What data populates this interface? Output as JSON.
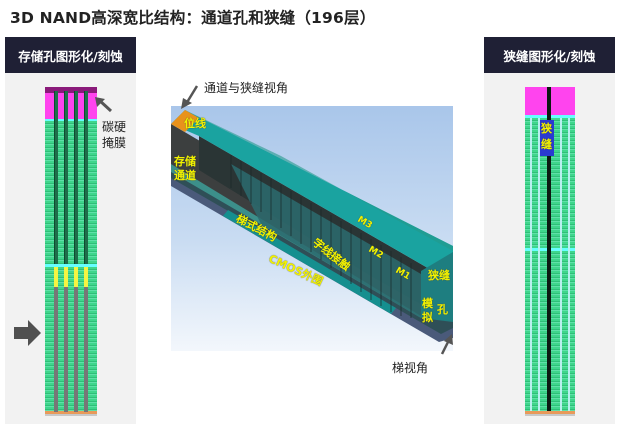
{
  "title": "3D NAND高深宽比结构：通道孔和狭缝（196层）",
  "left_panel": {
    "header": "存储孔图形化/刻蚀",
    "hardmask_label_line1": "碳硬",
    "hardmask_label_line2": "掩膜",
    "channel_count": 4,
    "colors": {
      "hardmask": "#ff44ee",
      "stack": "#3fd68c",
      "interface": "#66ffff",
      "plug": "#f5f542",
      "channel": "#777777",
      "substrate": "#e89a5a"
    }
  },
  "center_panel": {
    "view_label_top": "通道与狭缝视角",
    "view_label_bottom": "梯视角",
    "labels": {
      "bitline": "位线",
      "storage_channel_line1": "存储",
      "storage_channel_line2": "通道",
      "staircase": "梯式结构",
      "wordline_contact": "字线接触",
      "cmos_periphery": "CMOS外围",
      "m3": "M3",
      "m2": "M2",
      "m1": "M1",
      "slit": "狭缝",
      "dummy_line1": "模",
      "dummy_line2": "拟",
      "hole": "孔"
    }
  },
  "right_panel": {
    "header": "狭缝图形化/刻蚀",
    "slit_label_line1": "狭",
    "slit_label_line2": "缝"
  }
}
